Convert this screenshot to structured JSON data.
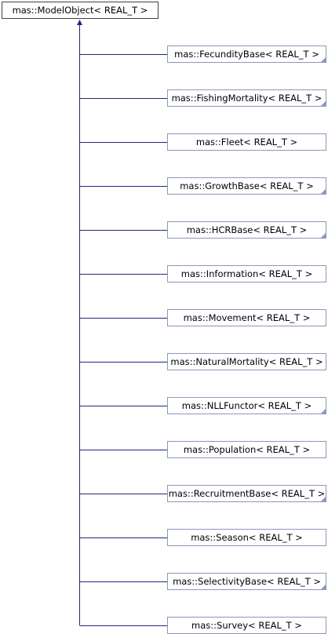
{
  "root": {
    "label": "mas::ModelObject< REAL_T >"
  },
  "children": [
    {
      "label": "mas::FecundityBase< REAL_T >",
      "has_more": true
    },
    {
      "label": "mas::FishingMortality< REAL_T >",
      "has_more": true
    },
    {
      "label": "mas::Fleet< REAL_T >",
      "has_more": false
    },
    {
      "label": "mas::GrowthBase< REAL_T >",
      "has_more": true
    },
    {
      "label": "mas::HCRBase< REAL_T >",
      "has_more": true
    },
    {
      "label": "mas::Information< REAL_T >",
      "has_more": false
    },
    {
      "label": "mas::Movement< REAL_T >",
      "has_more": false
    },
    {
      "label": "mas::NaturalMortality< REAL_T >",
      "has_more": false
    },
    {
      "label": "mas::NLLFunctor< REAL_T >",
      "has_more": true
    },
    {
      "label": "mas::Population< REAL_T >",
      "has_more": false
    },
    {
      "label": "mas::RecruitmentBase< REAL_T >",
      "has_more": true
    },
    {
      "label": "mas::Season< REAL_T >",
      "has_more": false
    },
    {
      "label": "mas::SelectivityBase< REAL_T >",
      "has_more": true
    },
    {
      "label": "mas::Survey< REAL_T >",
      "has_more": false
    }
  ],
  "colors": {
    "edge": "#1f2a78",
    "child_border": "#8b98b8",
    "root_border": "#404040"
  }
}
